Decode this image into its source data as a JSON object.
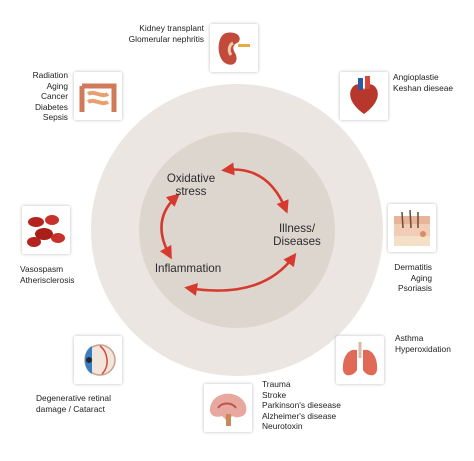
{
  "center": {
    "oxidative": "Oxidative\nstress",
    "illness": "Illness/\nDiseases",
    "inflammation": "Inflammation"
  },
  "organs": {
    "kidney": {
      "icon": "kidney-icon",
      "text": "Kidney transplant\nGlomerular nephritis"
    },
    "heart": {
      "icon": "heart-icon",
      "text": "Angioplastie\nKeshan dieseae"
    },
    "skin": {
      "icon": "skin-icon",
      "text": "Dermatitis\nAging\nPsoriasis"
    },
    "lungs": {
      "icon": "lungs-icon",
      "text": "Asthma\nHyperoxidation"
    },
    "brain": {
      "icon": "brain-icon",
      "text": "Trauma\nStroke\nParkinson's diesease\nAlzheimer's disease\nNeurotoxin"
    },
    "eye": {
      "icon": "eye-icon",
      "text": "Degenerative retinal\ndamage / Cataract"
    },
    "blood": {
      "icon": "blood-cells-icon",
      "text": "Vasospasm\nAtherisclerosis"
    },
    "intestine": {
      "icon": "intestine-icon",
      "text": "Radiation\nAging\nCancer\nDiabetes\nSepsis"
    }
  },
  "colors": {
    "outer_ring": "#e8e3de",
    "inner_disc": "#ddd6cf",
    "arrow": "#d63a2f"
  }
}
